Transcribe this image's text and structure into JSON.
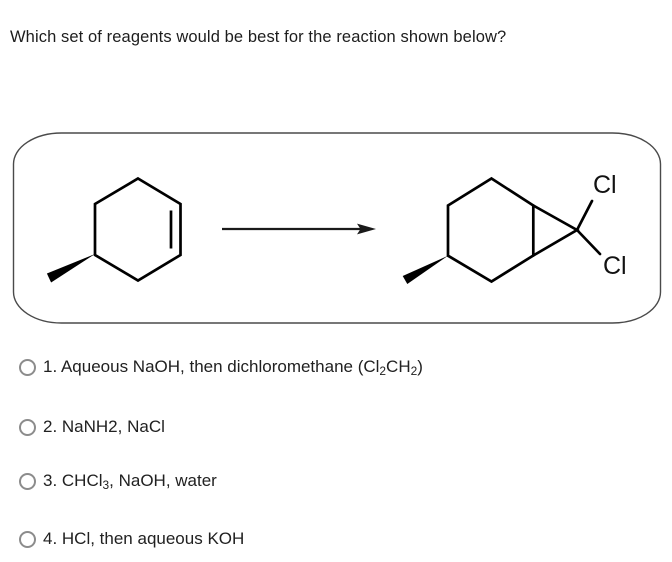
{
  "question": {
    "title": "Which set of reagents would be best for the reaction shown below?"
  },
  "reaction": {
    "cl_labels": [
      "Cl",
      "Cl"
    ]
  },
  "options": [
    {
      "id": 1,
      "selected": false,
      "text": "1. Aqueous NaOH, then dichloromethane (Cl2CH2)",
      "parts": [
        {
          "t": "1. Aqueous NaOH, then dichloromethane (Cl"
        },
        {
          "sub": "2"
        },
        {
          "t": "CH"
        },
        {
          "sub": "2"
        },
        {
          "t": ")"
        }
      ]
    },
    {
      "id": 2,
      "selected": false,
      "text": "2. NaNH2, NaCl",
      "parts": [
        {
          "t": "2. NaNH2, NaCl"
        }
      ]
    },
    {
      "id": 3,
      "selected": false,
      "text": "3. CHCl3, NaOH, water",
      "parts": [
        {
          "t": "3. CHCl"
        },
        {
          "sub": "3"
        },
        {
          "t": ", NaOH, water"
        }
      ]
    },
    {
      "id": 4,
      "selected": false,
      "text": "4. HCl, then aqueous KOH",
      "parts": [
        {
          "t": "4. HCl, then aqueous KOH"
        }
      ]
    }
  ],
  "colors": {
    "text": "#1d1d1d",
    "bond": "#000000",
    "box_border": "#4a4a4a",
    "radio_border": "#8c8c8c",
    "background": "#ffffff"
  }
}
